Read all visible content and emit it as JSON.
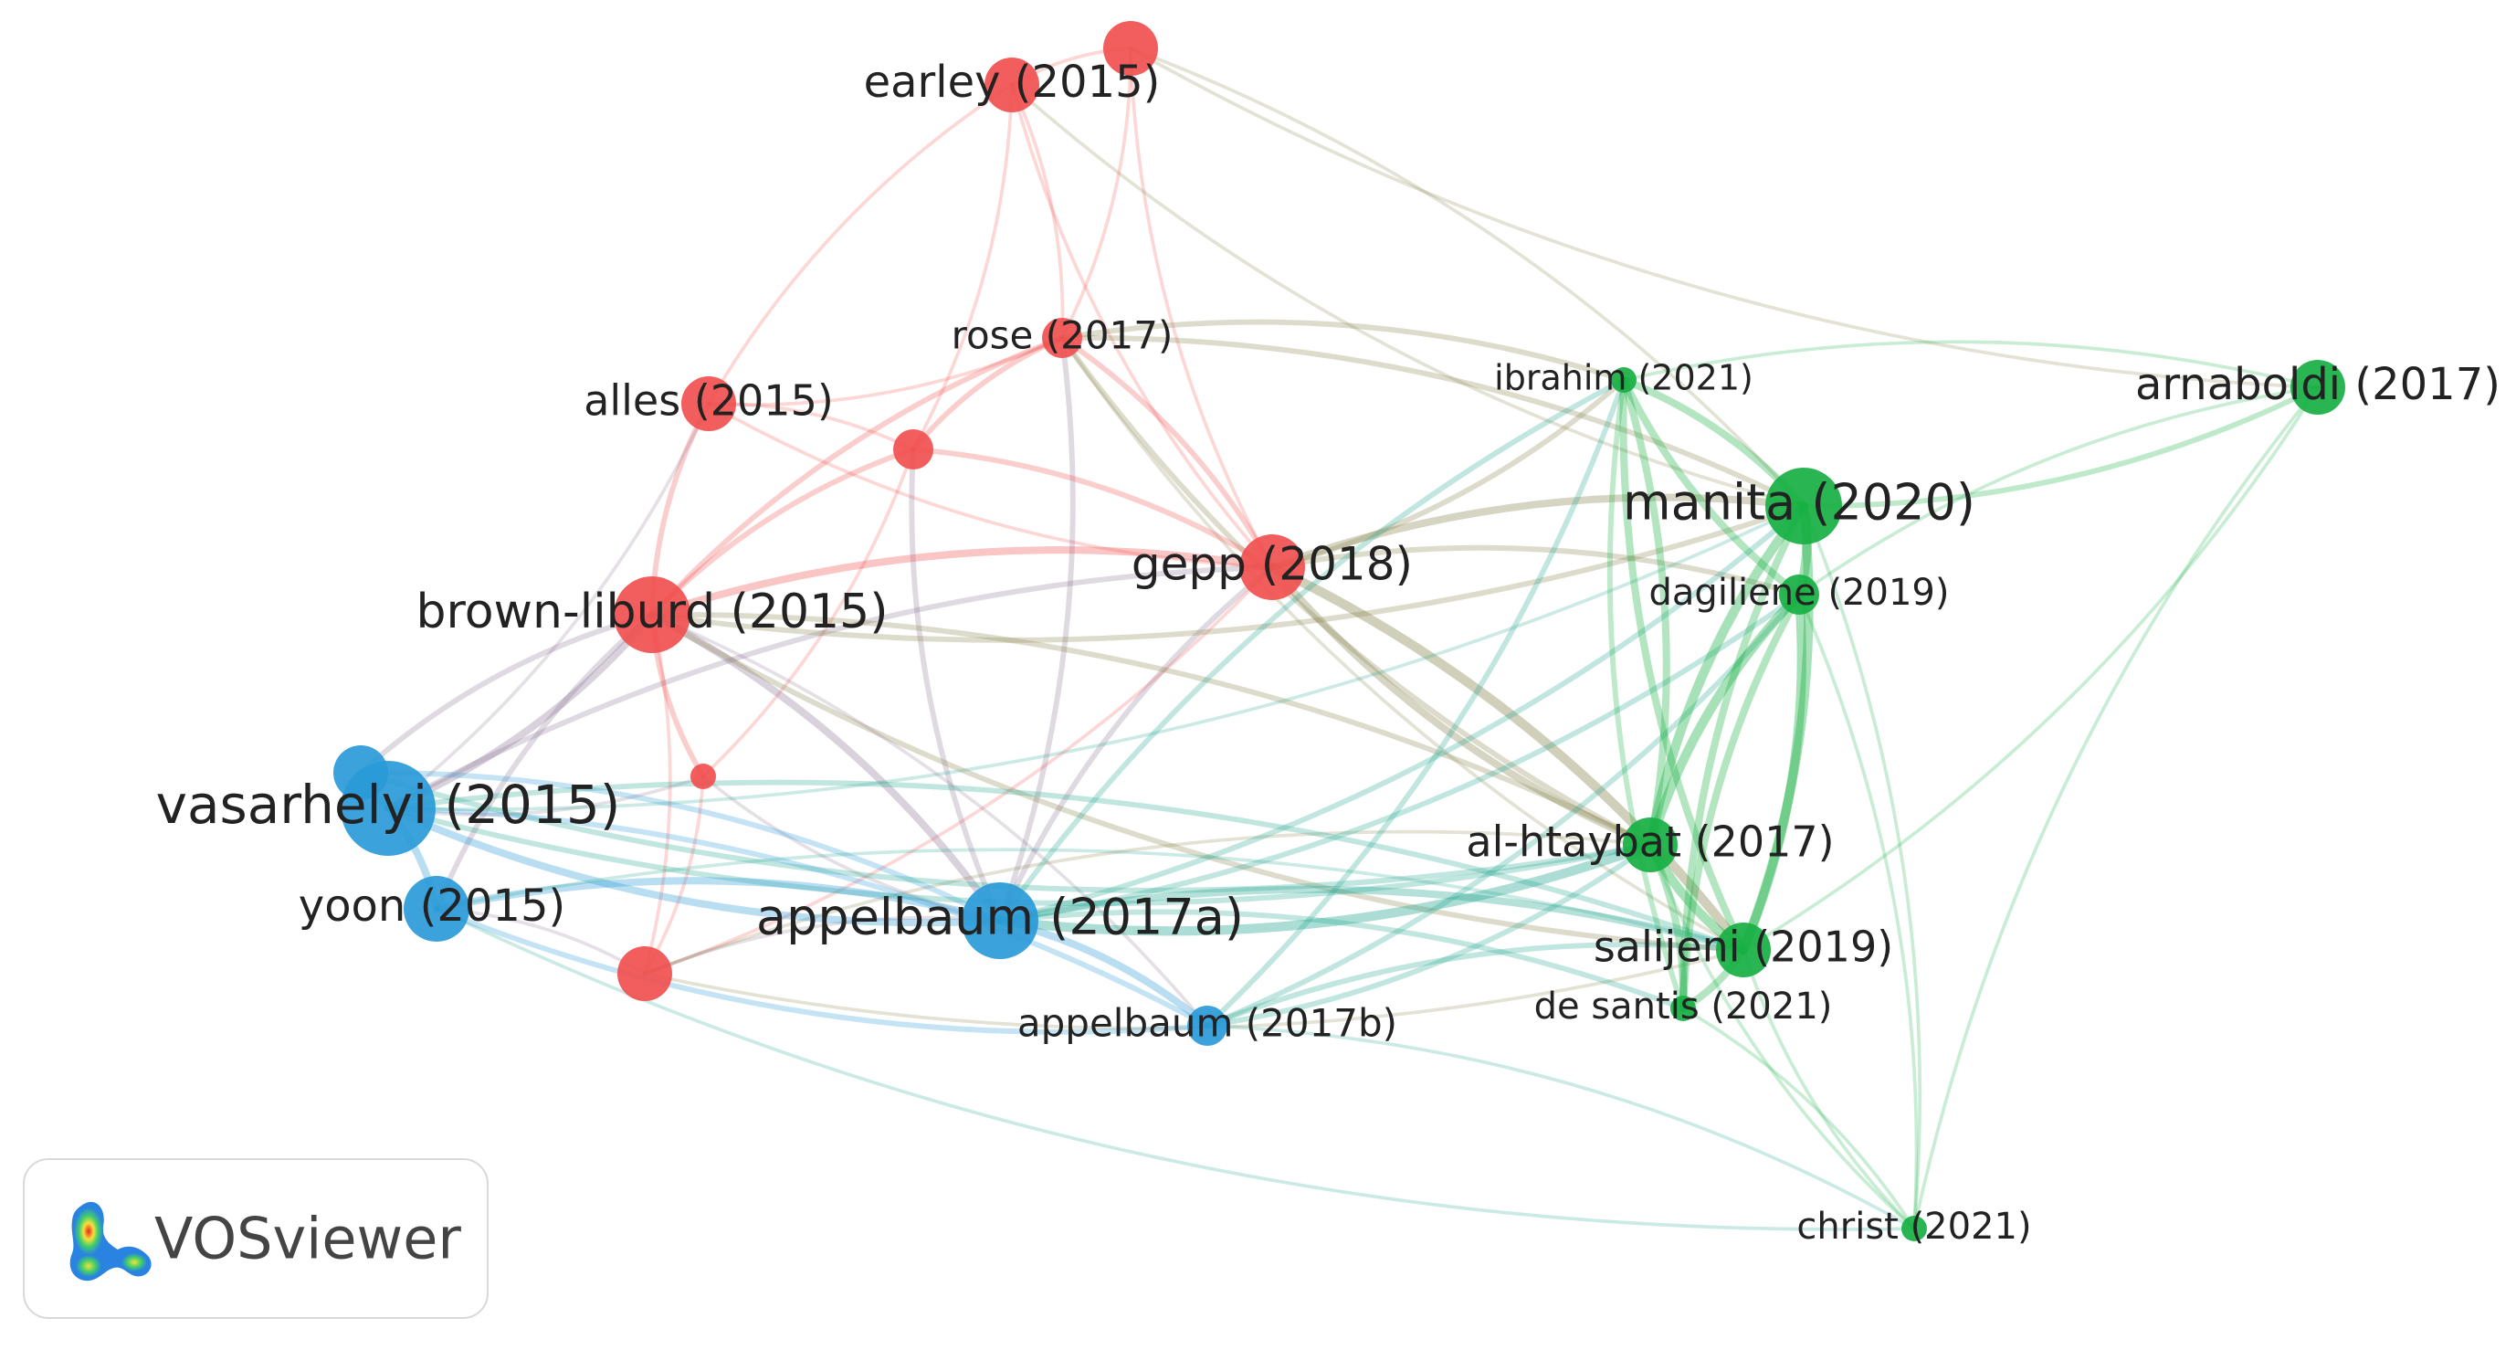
{
  "network": {
    "cluster_colors": {
      "red": "#f0504f",
      "blue": "#2a9ad8",
      "green": "#17b043"
    },
    "nodes": [
      {
        "id": "earley",
        "label": "earley (2015)",
        "cluster": "red",
        "weight": 3
      },
      {
        "id": "red_top",
        "label": "",
        "cluster": "red",
        "weight": 3
      },
      {
        "id": "rose",
        "label": "rose (2017)",
        "cluster": "red",
        "weight": 2
      },
      {
        "id": "alles",
        "label": "alles (2015)",
        "cluster": "red",
        "weight": 3
      },
      {
        "id": "red_mid",
        "label": "",
        "cluster": "red",
        "weight": 2
      },
      {
        "id": "gepp",
        "label": "gepp (2018)",
        "cluster": "red",
        "weight": 4
      },
      {
        "id": "brown_liburd",
        "label": "brown-liburd (2015)",
        "cluster": "red",
        "weight": 5
      },
      {
        "id": "red_small",
        "label": "",
        "cluster": "red",
        "weight": 1
      },
      {
        "id": "red_low",
        "label": "",
        "cluster": "red",
        "weight": 3
      },
      {
        "id": "vasarhelyi_top",
        "label": "",
        "cluster": "blue",
        "weight": 3
      },
      {
        "id": "vasarhelyi",
        "label": "vasarhelyi (2015)",
        "cluster": "blue",
        "weight": 6
      },
      {
        "id": "yoon",
        "label": "yoon (2015)",
        "cluster": "blue",
        "weight": 4
      },
      {
        "id": "appelbaum_a",
        "label": "appelbaum (2017a)",
        "cluster": "blue",
        "weight": 5
      },
      {
        "id": "appelbaum_b",
        "label": "appelbaum (2017b)",
        "cluster": "blue",
        "weight": 2
      },
      {
        "id": "ibrahim",
        "label": "ibrahim (2021)",
        "cluster": "green",
        "weight": 1
      },
      {
        "id": "arnaboldi",
        "label": "arnaboldi (2017)",
        "cluster": "green",
        "weight": 3
      },
      {
        "id": "manita",
        "label": "manita (2020)",
        "cluster": "green",
        "weight": 5
      },
      {
        "id": "dagiliene",
        "label": "dagiliene (2019)",
        "cluster": "green",
        "weight": 2
      },
      {
        "id": "al_htaybat",
        "label": "al-htaybat (2017)",
        "cluster": "green",
        "weight": 3
      },
      {
        "id": "salijeni",
        "label": "salijeni (2019)",
        "cluster": "green",
        "weight": 3
      },
      {
        "id": "de_santis",
        "label": "de santis (2021)",
        "cluster": "green",
        "weight": 1
      },
      {
        "id": "christ",
        "label": "christ (2021)",
        "cluster": "green",
        "weight": 1
      }
    ],
    "links": [
      [
        "earley",
        "rose",
        1
      ],
      [
        "earley",
        "alles",
        1
      ],
      [
        "earley",
        "red_mid",
        1
      ],
      [
        "earley",
        "gepp",
        1
      ],
      [
        "earley",
        "red_top",
        1
      ],
      [
        "earley",
        "manita",
        1
      ],
      [
        "red_top",
        "rose",
        1
      ],
      [
        "red_top",
        "gepp",
        1
      ],
      [
        "red_top",
        "manita",
        1
      ],
      [
        "red_top",
        "arnaboldi",
        1
      ],
      [
        "rose",
        "alles",
        1
      ],
      [
        "rose",
        "red_mid",
        2
      ],
      [
        "rose",
        "gepp",
        2
      ],
      [
        "rose",
        "brown_liburd",
        2
      ],
      [
        "rose",
        "manita",
        2
      ],
      [
        "rose",
        "al_htaybat",
        2
      ],
      [
        "rose",
        "appelbaum_a",
        2
      ],
      [
        "rose",
        "salijeni",
        1
      ],
      [
        "rose",
        "ibrahim",
        2
      ],
      [
        "alles",
        "brown_liburd",
        2
      ],
      [
        "alles",
        "red_mid",
        1
      ],
      [
        "alles",
        "gepp",
        1
      ],
      [
        "alles",
        "vasarhelyi",
        1
      ],
      [
        "red_mid",
        "brown_liburd",
        2
      ],
      [
        "red_mid",
        "gepp",
        2
      ],
      [
        "red_mid",
        "appelbaum_a",
        2
      ],
      [
        "red_mid",
        "red_small",
        1
      ],
      [
        "gepp",
        "brown_liburd",
        3
      ],
      [
        "gepp",
        "manita",
        3
      ],
      [
        "gepp",
        "al_htaybat",
        3
      ],
      [
        "gepp",
        "salijeni",
        4
      ],
      [
        "gepp",
        "appelbaum_a",
        2
      ],
      [
        "gepp",
        "dagiliene",
        2
      ],
      [
        "gepp",
        "ibrahim",
        2
      ],
      [
        "gepp",
        "red_low",
        1
      ],
      [
        "gepp",
        "vasarhelyi",
        2
      ],
      [
        "brown_liburd",
        "vasarhelyi",
        3
      ],
      [
        "brown_liburd",
        "yoon",
        2
      ],
      [
        "brown_liburd",
        "appelbaum_a",
        3
      ],
      [
        "brown_liburd",
        "red_small",
        2
      ],
      [
        "brown_liburd",
        "red_low",
        1
      ],
      [
        "brown_liburd",
        "manita",
        2
      ],
      [
        "brown_liburd",
        "al_htaybat",
        2
      ],
      [
        "brown_liburd",
        "salijeni",
        2
      ],
      [
        "brown_liburd",
        "appelbaum_b",
        1
      ],
      [
        "brown_liburd",
        "vasarhelyi_top",
        2
      ],
      [
        "red_small",
        "vasarhelyi",
        1
      ],
      [
        "red_small",
        "appelbaum_a",
        1
      ],
      [
        "red_small",
        "red_low",
        1
      ],
      [
        "red_low",
        "yoon",
        1
      ],
      [
        "red_low",
        "appelbaum_a",
        1
      ],
      [
        "red_low",
        "salijeni",
        1
      ],
      [
        "red_low",
        "al_htaybat",
        1
      ],
      [
        "vasarhelyi_top",
        "vasarhelyi",
        3
      ],
      [
        "vasarhelyi_top",
        "appelbaum_a",
        2
      ],
      [
        "vasarhelyi_top",
        "al_htaybat",
        2
      ],
      [
        "vasarhelyi",
        "yoon",
        3
      ],
      [
        "vasarhelyi",
        "appelbaum_a",
        3
      ],
      [
        "vasarhelyi",
        "appelbaum_b",
        2
      ],
      [
        "vasarhelyi",
        "al_htaybat",
        2
      ],
      [
        "vasarhelyi",
        "salijeni",
        2
      ],
      [
        "vasarhelyi",
        "manita",
        1
      ],
      [
        "yoon",
        "appelbaum_a",
        3
      ],
      [
        "yoon",
        "appelbaum_b",
        2
      ],
      [
        "yoon",
        "salijeni",
        1
      ],
      [
        "yoon",
        "christ",
        1
      ],
      [
        "appelbaum_a",
        "appelbaum_b",
        3
      ],
      [
        "appelbaum_a",
        "al_htaybat",
        4
      ],
      [
        "appelbaum_a",
        "salijeni",
        3
      ],
      [
        "appelbaum_a",
        "manita",
        2
      ],
      [
        "appelbaum_a",
        "ibrahim",
        2
      ],
      [
        "appelbaum_a",
        "dagiliene",
        2
      ],
      [
        "appelbaum_a",
        "de_santis",
        2
      ],
      [
        "appelbaum_b",
        "al_htaybat",
        2
      ],
      [
        "appelbaum_b",
        "salijeni",
        2
      ],
      [
        "appelbaum_b",
        "ibrahim",
        2
      ],
      [
        "appelbaum_b",
        "christ",
        1
      ],
      [
        "appelbaum_b",
        "dagiliene",
        2
      ],
      [
        "ibrahim",
        "manita",
        3
      ],
      [
        "ibrahim",
        "dagiliene",
        3
      ],
      [
        "ibrahim",
        "al_htaybat",
        3
      ],
      [
        "ibrahim",
        "salijeni",
        3
      ],
      [
        "ibrahim",
        "arnaboldi",
        1
      ],
      [
        "ibrahim",
        "de_santis",
        2
      ],
      [
        "arnaboldi",
        "manita",
        2
      ],
      [
        "arnaboldi",
        "dagiliene",
        1
      ],
      [
        "arnaboldi",
        "salijeni",
        1
      ],
      [
        "arnaboldi",
        "christ",
        1
      ],
      [
        "manita",
        "dagiliene",
        4
      ],
      [
        "manita",
        "al_htaybat",
        4
      ],
      [
        "manita",
        "salijeni",
        4
      ],
      [
        "manita",
        "de_santis",
        3
      ],
      [
        "manita",
        "christ",
        1
      ],
      [
        "dagiliene",
        "al_htaybat",
        4
      ],
      [
        "dagiliene",
        "salijeni",
        4
      ],
      [
        "dagiliene",
        "de_santis",
        3
      ],
      [
        "dagiliene",
        "christ",
        1
      ],
      [
        "al_htaybat",
        "salijeni",
        4
      ],
      [
        "al_htaybat",
        "de_santis",
        3
      ],
      [
        "al_htaybat",
        "christ",
        1
      ],
      [
        "salijeni",
        "de_santis",
        3
      ],
      [
        "salijeni",
        "christ",
        1
      ],
      [
        "de_santis",
        "christ",
        1
      ]
    ]
  },
  "logo": {
    "text": "VOSviewer",
    "icon": "vosviewer-density-icon"
  }
}
